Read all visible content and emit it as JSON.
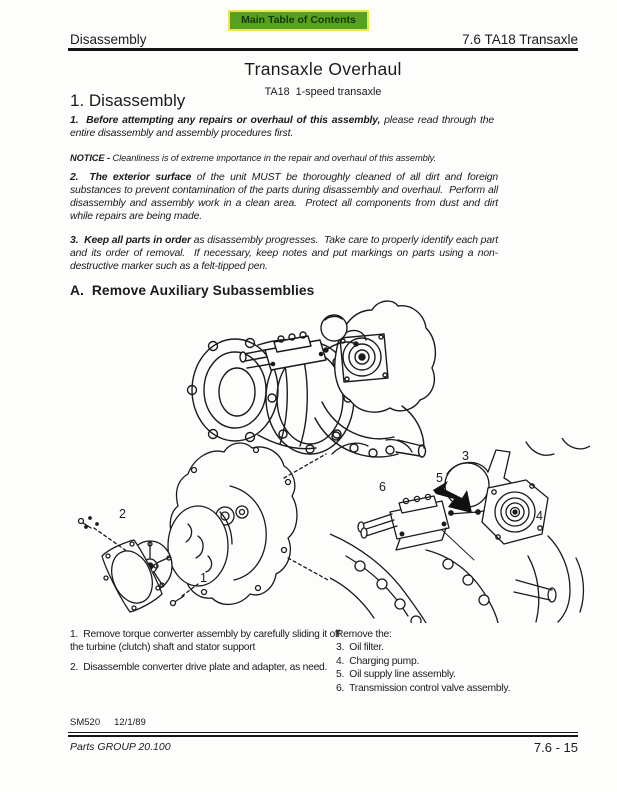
{
  "page": {
    "toc_button_label": "Main Table of Contents",
    "header": {
      "left_title": "Disassembly",
      "right_title": "7.6 TA18 Transaxle"
    },
    "title": "Transaxle Overhaul",
    "subtitle": "TA18  1-speed transaxle",
    "section_1": {
      "heading": "1. Disassembly",
      "paragraphs": [
        {
          "lead": "1.  Before attempting any repairs or overhaul of this assembly,",
          "body": " please read through the entire disassembly and assembly procedures first."
        },
        {
          "lead": "NOTICE - ",
          "body": "Cleanliness is of extreme importance in the repair and overhaul of this assembly."
        },
        {
          "lead": "2.  The exterior surface",
          "body": " of the unit MUST be thoroughly cleaned of all dirt and foreign substances to prevent contamination of the parts during disassembly and overhaul.  Perform all disassembly and assembly work in a clean area.  Protect all components from dust and dirt while repairs are being made."
        },
        {
          "lead": "3.  Keep all parts in order",
          "body": " as disassembly progresses.  Take care to properly identify each part and its order of removal.  If necessary, keep notes and put markings on parts using a non-destructive marker such as a felt-tipped pen."
        }
      ]
    },
    "section_a": {
      "heading": "A.  Remove Auxiliary Subassemblies",
      "callouts": {
        "one": "1",
        "two": "2",
        "three": "3",
        "four": "4",
        "five": "5",
        "six": "6"
      },
      "instructions_left": [
        "1.  Remove torque converter assembly by carefully sliding it off the turbine (clutch) shaft and stator support",
        "2.  Disassemble converter drive plate and adapter, as need."
      ],
      "instructions_right_intro": "Remove the:",
      "instructions_right": [
        "3.  Oil filter.",
        "4.  Charging pump.",
        "5.  Oil supply line assembly.",
        "6.  Transmission control valve assembly."
      ]
    },
    "footer": {
      "manual_code": "SM520",
      "date": "12/1/89",
      "parts_group": "Parts GROUP 20.100",
      "page_number": "7.6 - 15"
    },
    "colors": {
      "button_bg": "#58a01f",
      "button_border": "#e9e94a",
      "button_text": "#14380a",
      "ink": "#1b1b1b"
    }
  }
}
